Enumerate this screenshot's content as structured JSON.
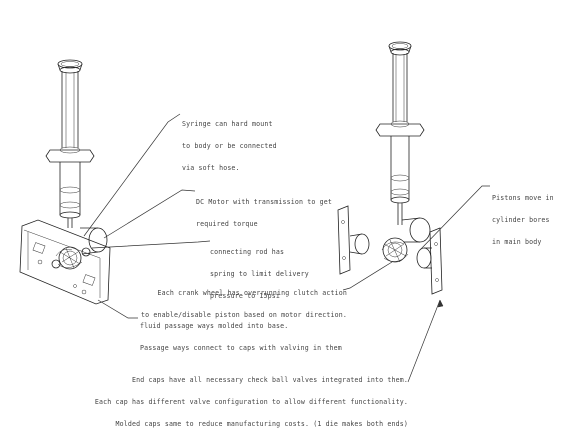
{
  "annotations": {
    "syringe": [
      "Syringe can hard mount",
      "to body or be connected",
      "via soft hose."
    ],
    "motor": [
      "DC Motor with transmission to get",
      "required torque"
    ],
    "rod": [
      "connecting rod has",
      "spring to limit delivery",
      "pressure to 15psi"
    ],
    "clutch": [
      "Each crank wheel has overrunning clutch action",
      "to enable/disable piston based on motor direction."
    ],
    "passage": [
      "fluid passage ways molded into base.",
      "Passage ways connect to caps with valving in them"
    ],
    "pistons": [
      "Pistons move in",
      "cylinder bores",
      "in main body"
    ],
    "endcaps": [
      "End caps have all necessary check ball valves integrated into them.",
      "Each cap has different valve configuration to allow different functionality.",
      "Molded caps same to reduce manufacturing costs. (1 die makes both ends)"
    ]
  }
}
